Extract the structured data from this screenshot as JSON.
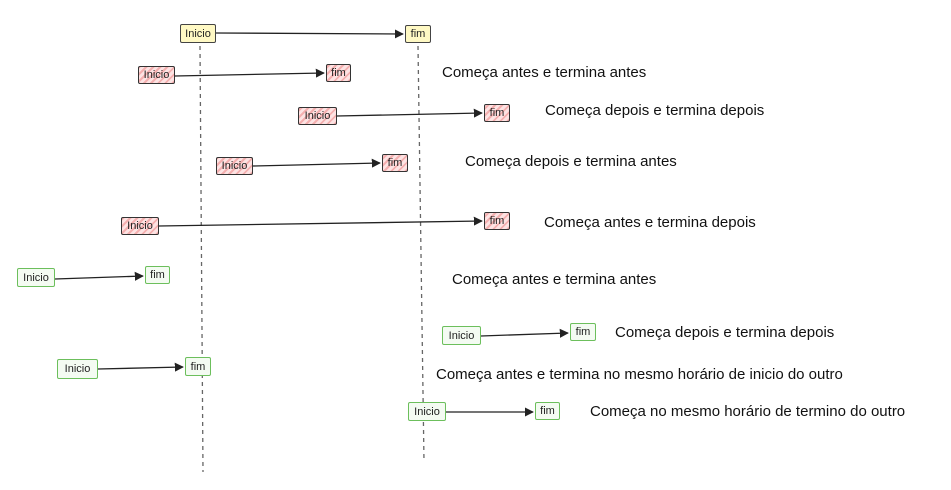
{
  "reference": {
    "start_label": "Inicio",
    "end_label": "fim"
  },
  "rows": [
    {
      "style": "red",
      "start_label": "Inicio",
      "end_label": "fim",
      "description": "Começa antes e termina antes"
    },
    {
      "style": "red",
      "start_label": "Inicio",
      "end_label": "fim",
      "description": "Começa depois e termina depois"
    },
    {
      "style": "red",
      "start_label": "Inicio",
      "end_label": "fim",
      "description": "Começa depois e termina antes"
    },
    {
      "style": "red",
      "start_label": "Inicio",
      "end_label": "fim",
      "description": "Começa antes e termina depois"
    },
    {
      "style": "green",
      "start_label": "Inicio",
      "end_label": "fim",
      "description": "Começa antes e termina antes"
    },
    {
      "style": "green",
      "start_label": "Inicio",
      "end_label": "fim",
      "description": "Começa depois e termina depois"
    },
    {
      "style": "green",
      "start_label": "Inicio",
      "end_label": "fim",
      "description": "Começa antes e termina no mesmo horário de inicio do outro"
    },
    {
      "style": "green",
      "start_label": "Inicio",
      "end_label": "fim",
      "description": "Começa no mesmo horário de termino do outro"
    }
  ],
  "colors": {
    "red_fill": "#f4b0b0",
    "green_border": "#6cbf5c",
    "reference_fill": "#fff9c4"
  }
}
